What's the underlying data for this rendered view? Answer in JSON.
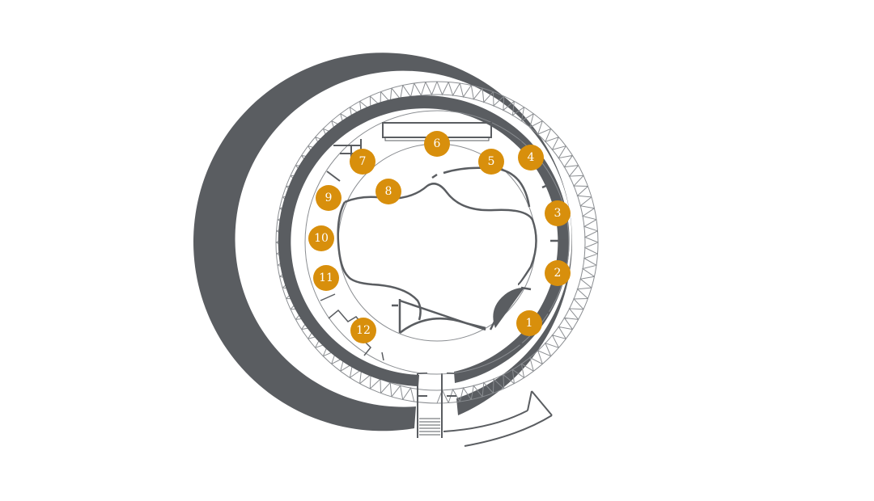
{
  "colors": {
    "wall": "#5a5d61",
    "marker": "#d88f0c",
    "marker_text": "#ffffff",
    "thin_line": "#8a8d91",
    "background": "#ffffff"
  },
  "markers": [
    {
      "label": "1"
    },
    {
      "label": "2"
    },
    {
      "label": "3"
    },
    {
      "label": "4"
    },
    {
      "label": "5"
    },
    {
      "label": "6"
    },
    {
      "label": "7"
    },
    {
      "label": "8"
    },
    {
      "label": "9"
    },
    {
      "label": "10"
    },
    {
      "label": "11"
    },
    {
      "label": "12"
    }
  ]
}
